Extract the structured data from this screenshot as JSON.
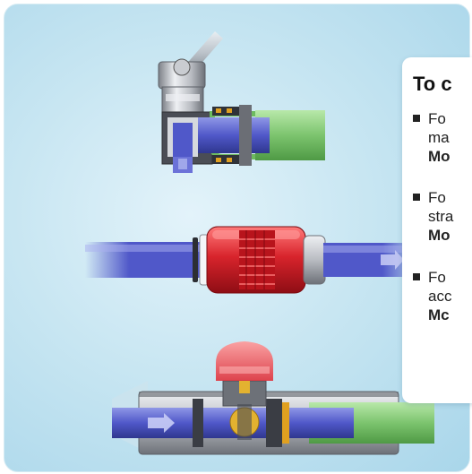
{
  "card": {
    "title": "To c",
    "items": [
      {
        "line1": "Fo",
        "line2": "ma",
        "line3": "Mo"
      },
      {
        "line1": "Fo",
        "line2": "stra",
        "line3": "Mo"
      },
      {
        "line1": "Fo",
        "line2": "acc",
        "line3": "Mc"
      }
    ]
  },
  "colors": {
    "background": "#bfe2f1",
    "tube_blue": "#4b56c8",
    "tube_green": "#7cc46e",
    "connector_red": "#d8242c",
    "metal": "#b9bcc2"
  }
}
